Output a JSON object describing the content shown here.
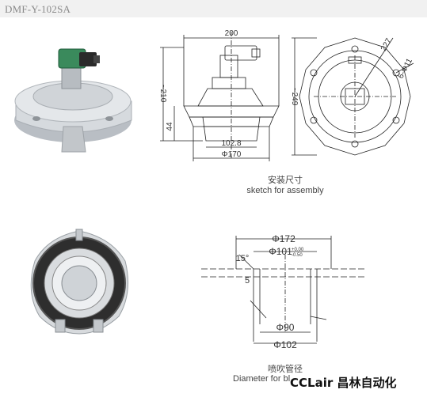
{
  "header": {
    "model": "DMF-Y-102SA"
  },
  "captions": {
    "assembly_cn": "安装尺寸",
    "assembly_en": "sketch for assembly",
    "pipe_cn": "喷吹管径",
    "pipe_en": "Diameter for bl"
  },
  "brand": {
    "text": "CCLair 昌林自动化"
  },
  "side_view": {
    "width_top": "200",
    "height": "~210",
    "bottom_height": "44",
    "inner_dia": "102.8",
    "outer_dia": "Φ170"
  },
  "top_view": {
    "height": "~249",
    "bolt_circle": "227",
    "holes": "6-Φ11"
  },
  "pipe": {
    "flange_dia": "Φ172",
    "pipe_dia": "Φ101",
    "tol_upper": "+0.00",
    "tol_lower": "-0.50",
    "angle": "15°",
    "offset": "5",
    "inner_dia": "Φ90",
    "outer_dia": "Φ102"
  },
  "colors": {
    "line": "#222222",
    "photo_metal": "#c8ccd0",
    "photo_dark": "#2a2a2a",
    "coil_green": "#2e7d4f"
  }
}
